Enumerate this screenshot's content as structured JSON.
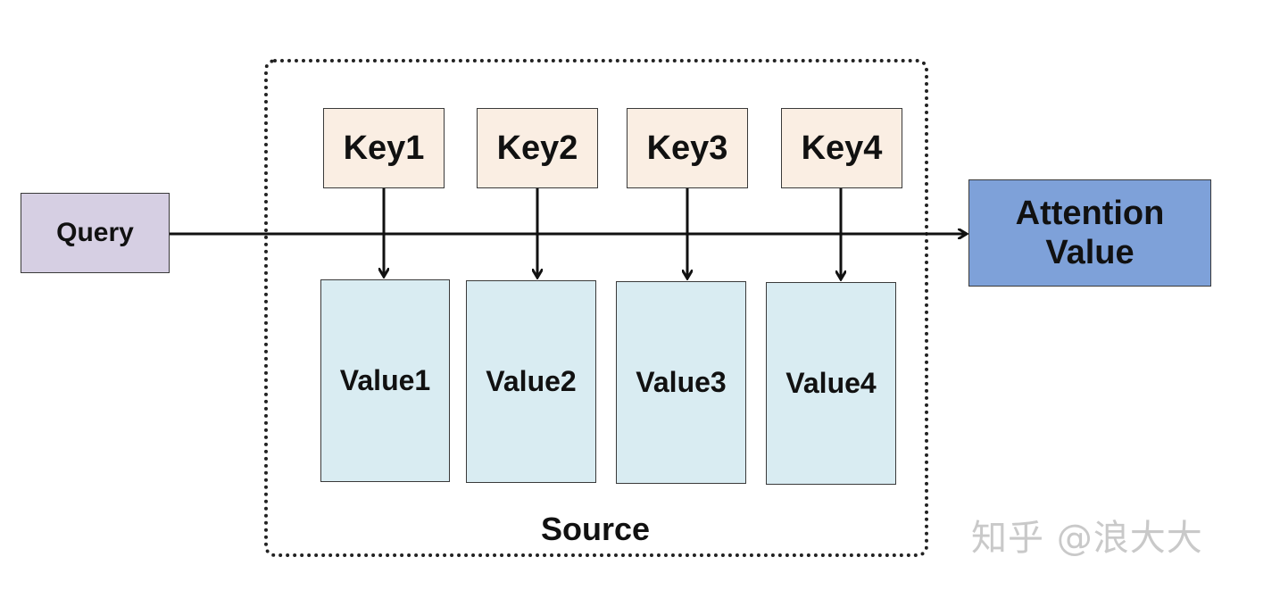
{
  "query": {
    "label": "Query"
  },
  "keys": [
    "Key1",
    "Key2",
    "Key3",
    "Key4"
  ],
  "values": [
    "Value1",
    "Value2",
    "Value3",
    "Value4"
  ],
  "source": {
    "label": "Source"
  },
  "attention_value": {
    "line1": "Attention",
    "line2": "Value"
  },
  "watermark": "知乎 @浪大大",
  "colors": {
    "key_fill": "#faeee3",
    "value_fill": "#d9ecf2",
    "query_fill": "#d6cfe3",
    "attention_fill": "#7ea1d9"
  }
}
